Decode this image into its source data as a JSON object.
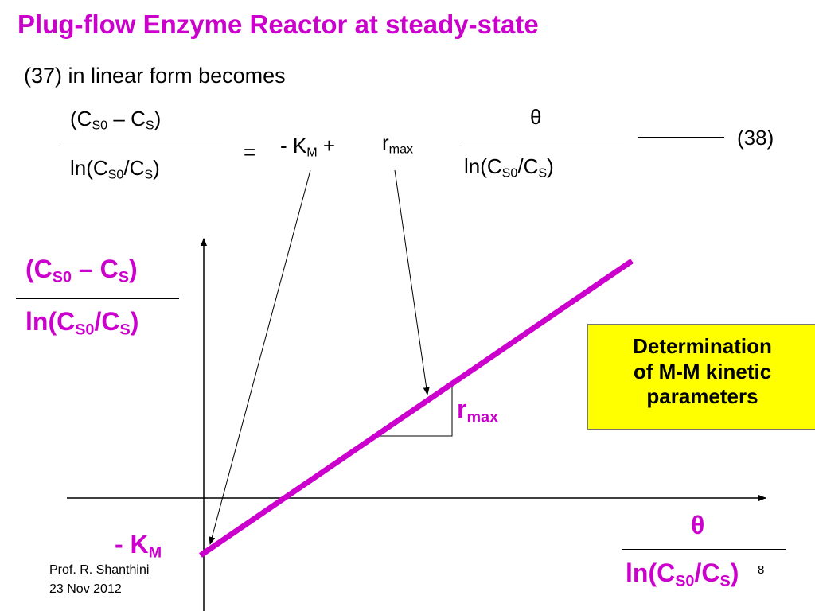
{
  "title": "Plug-flow Enzyme Reactor at steady-state",
  "intro": "(37) in linear form becomes",
  "equation": {
    "lhs_num": {
      "open": "(C",
      "sub1": "S0",
      "mid": " – C",
      "sub2": "S",
      "close": ")"
    },
    "lhs_den": {
      "pre": "ln(C",
      "sub1": "S0",
      "mid": "/C",
      "sub2": "S",
      "close": ")"
    },
    "equals": "=",
    "term_km": {
      "pre": "- K",
      "sub": "M",
      "post": " +"
    },
    "term_r": {
      "pre": "r",
      "sub": "max"
    },
    "rhs_num": "θ",
    "rhs_den": {
      "pre": "ln(C",
      "sub1": "S0",
      "mid": "/C",
      "sub2": "S",
      "close": ")"
    },
    "eq_number": "(38)"
  },
  "graph": {
    "y_label_num": {
      "open": "(C",
      "sub1": "S0",
      "mid": " – C",
      "sub2": "S",
      "close": ")"
    },
    "y_label_den": {
      "pre": "ln(C",
      "sub1": "S0",
      "mid": "/C",
      "sub2": "S",
      "close": ")"
    },
    "x_label_num": "θ",
    "x_label_den": {
      "pre": "ln(C",
      "sub1": "S0",
      "mid": "/C",
      "sub2": "S",
      "close": ")"
    },
    "intercept_label": {
      "pre": "- K",
      "sub": "M"
    },
    "slope_label": {
      "pre": "r",
      "sub": "max"
    },
    "line_color": "#cc00cc"
  },
  "callout": {
    "line1": "Determination",
    "line2": "of  M-M kinetic",
    "line3": "parameters",
    "background": "#ffff00"
  },
  "footer": {
    "author": "Prof. R. Shanthini",
    "date": "23 Nov 2012",
    "page_number": "8"
  }
}
